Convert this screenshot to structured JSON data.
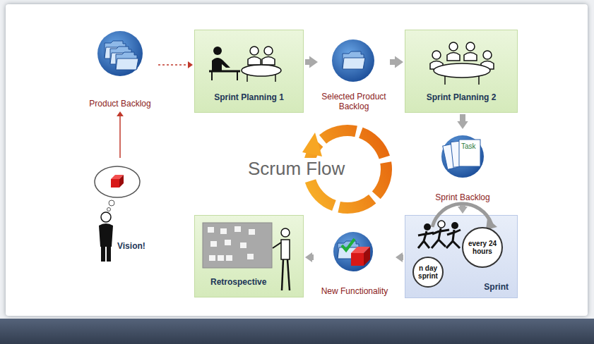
{
  "diagram": {
    "nodes": [
      {
        "text": [
          "Product Backlog"
        ]
      },
      {
        "text": [
          "Sprint Planning 1"
        ]
      },
      {
        "text": [
          "Selected Product Backlog"
        ]
      },
      {
        "text": [
          "Sprint Planning 2"
        ]
      },
      {
        "text": [
          "Sprint Backlog"
        ]
      },
      {
        "text": [
          "Vision!"
        ]
      },
      {
        "text": [
          "Retrospective"
        ]
      },
      {
        "text": [
          "New Functionality"
        ]
      },
      {
        "text": [
          "Sprint"
        ]
      },
      {
        "text": [
          "n day sprint"
        ],
        "in": 8
      },
      {
        "text": [
          "every 24 hours"
        ],
        "in": 8
      }
    ],
    "edges": [
      {
        "from": 5,
        "to": 0,
        "arrow": "to"
      },
      {
        "from": 0,
        "to": 1,
        "arrow": "to"
      },
      {
        "from": 1,
        "to": 2,
        "arrow": "to"
      },
      {
        "from": 2,
        "to": 3,
        "arrow": "to"
      },
      {
        "from": 3,
        "to": 4,
        "arrow": "to"
      },
      {
        "from": 4,
        "to": 8,
        "arrow": "to"
      },
      {
        "from": 8,
        "to": 7,
        "arrow": "to"
      },
      {
        "from": 7,
        "to": 6,
        "arrow": "to"
      }
    ],
    "labels": [
      "Scrum Flow",
      "Task"
    ]
  }
}
